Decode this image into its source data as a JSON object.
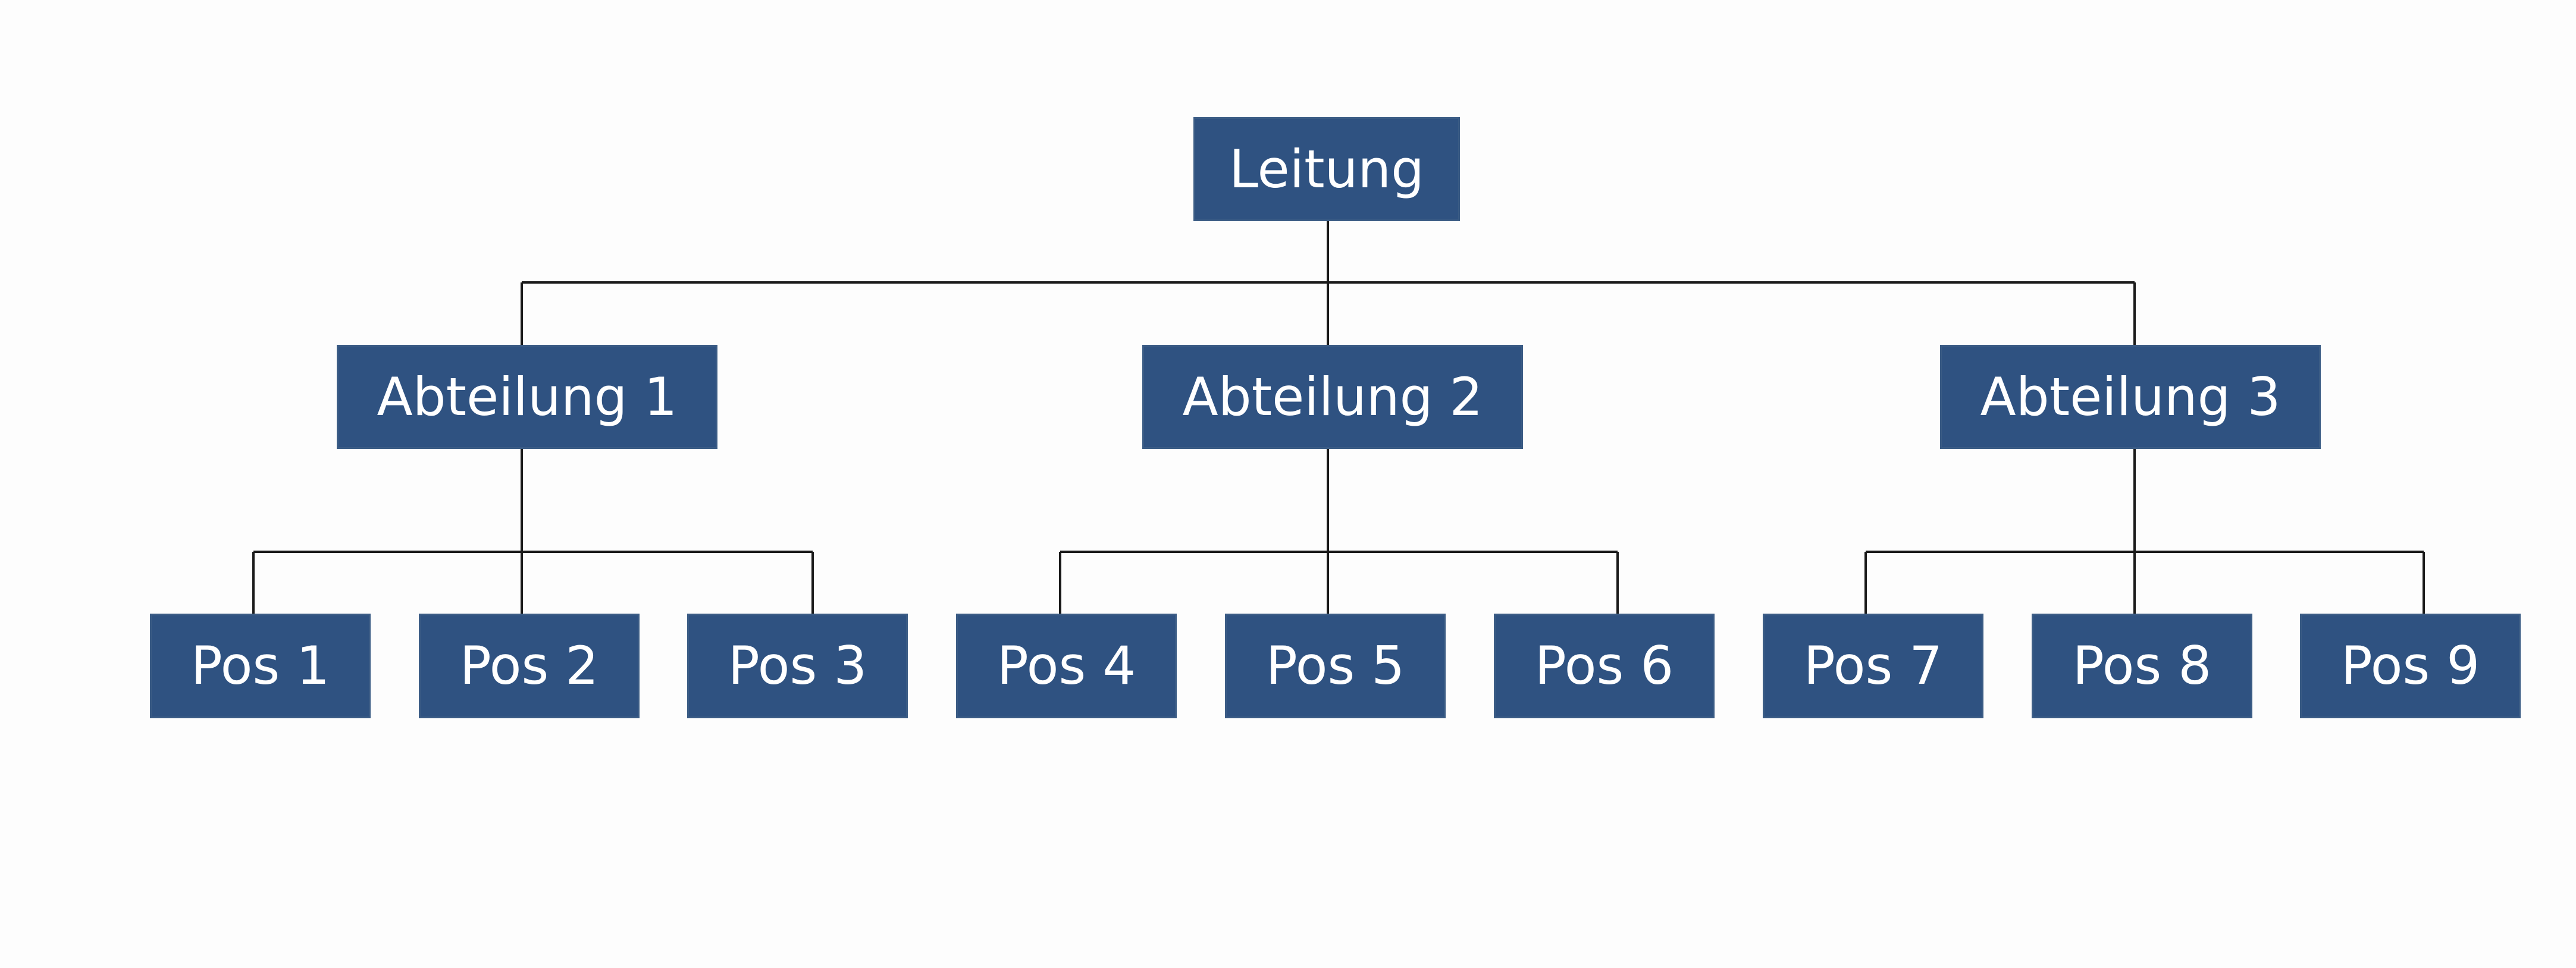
{
  "colors": {
    "box_fill": "#2f5281",
    "box_border": "#3b5c85",
    "box_text": "#ffffff",
    "connector": "#1a1a1a",
    "background": "#fdfdfd"
  },
  "org_chart": {
    "root": {
      "label": "Leitung"
    },
    "departments": [
      {
        "label": "Abteilung 1",
        "positions": [
          {
            "label": "Pos 1"
          },
          {
            "label": "Pos 2"
          },
          {
            "label": "Pos 3"
          }
        ]
      },
      {
        "label": "Abteilung 2",
        "positions": [
          {
            "label": "Pos 4"
          },
          {
            "label": "Pos 5"
          },
          {
            "label": "Pos 6"
          }
        ]
      },
      {
        "label": "Abteilung 3",
        "positions": [
          {
            "label": "Pos 7"
          },
          {
            "label": "Pos 8"
          },
          {
            "label": "Pos 9"
          }
        ]
      }
    ]
  }
}
